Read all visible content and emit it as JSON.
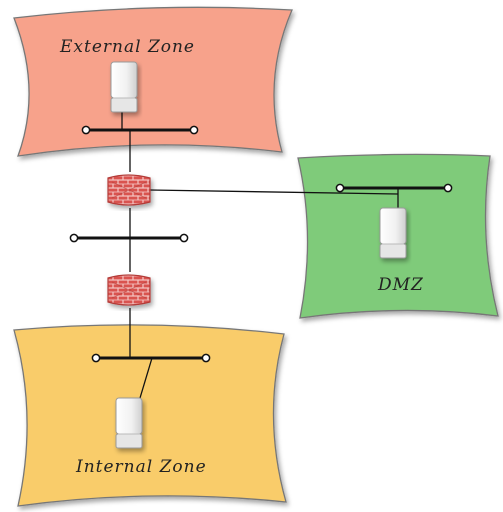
{
  "zones": {
    "external": {
      "label": "External Zone",
      "color": "#F7A28B",
      "stroke": "#777777"
    },
    "dmz": {
      "label": "DMZ",
      "color": "#7FCB7A",
      "stroke": "#777777"
    },
    "internal": {
      "label": "Internal Zone",
      "color": "#F9CC6A",
      "stroke": "#777777"
    }
  },
  "colors": {
    "firewall_brick": "#D9534F",
    "firewall_mortar": "#F4C6C4",
    "server_body": "#F4F4F4",
    "line": "#111111"
  },
  "icons": {
    "server": "server-icon",
    "firewall": "firewall-icon",
    "network_bus": "network-bus"
  }
}
